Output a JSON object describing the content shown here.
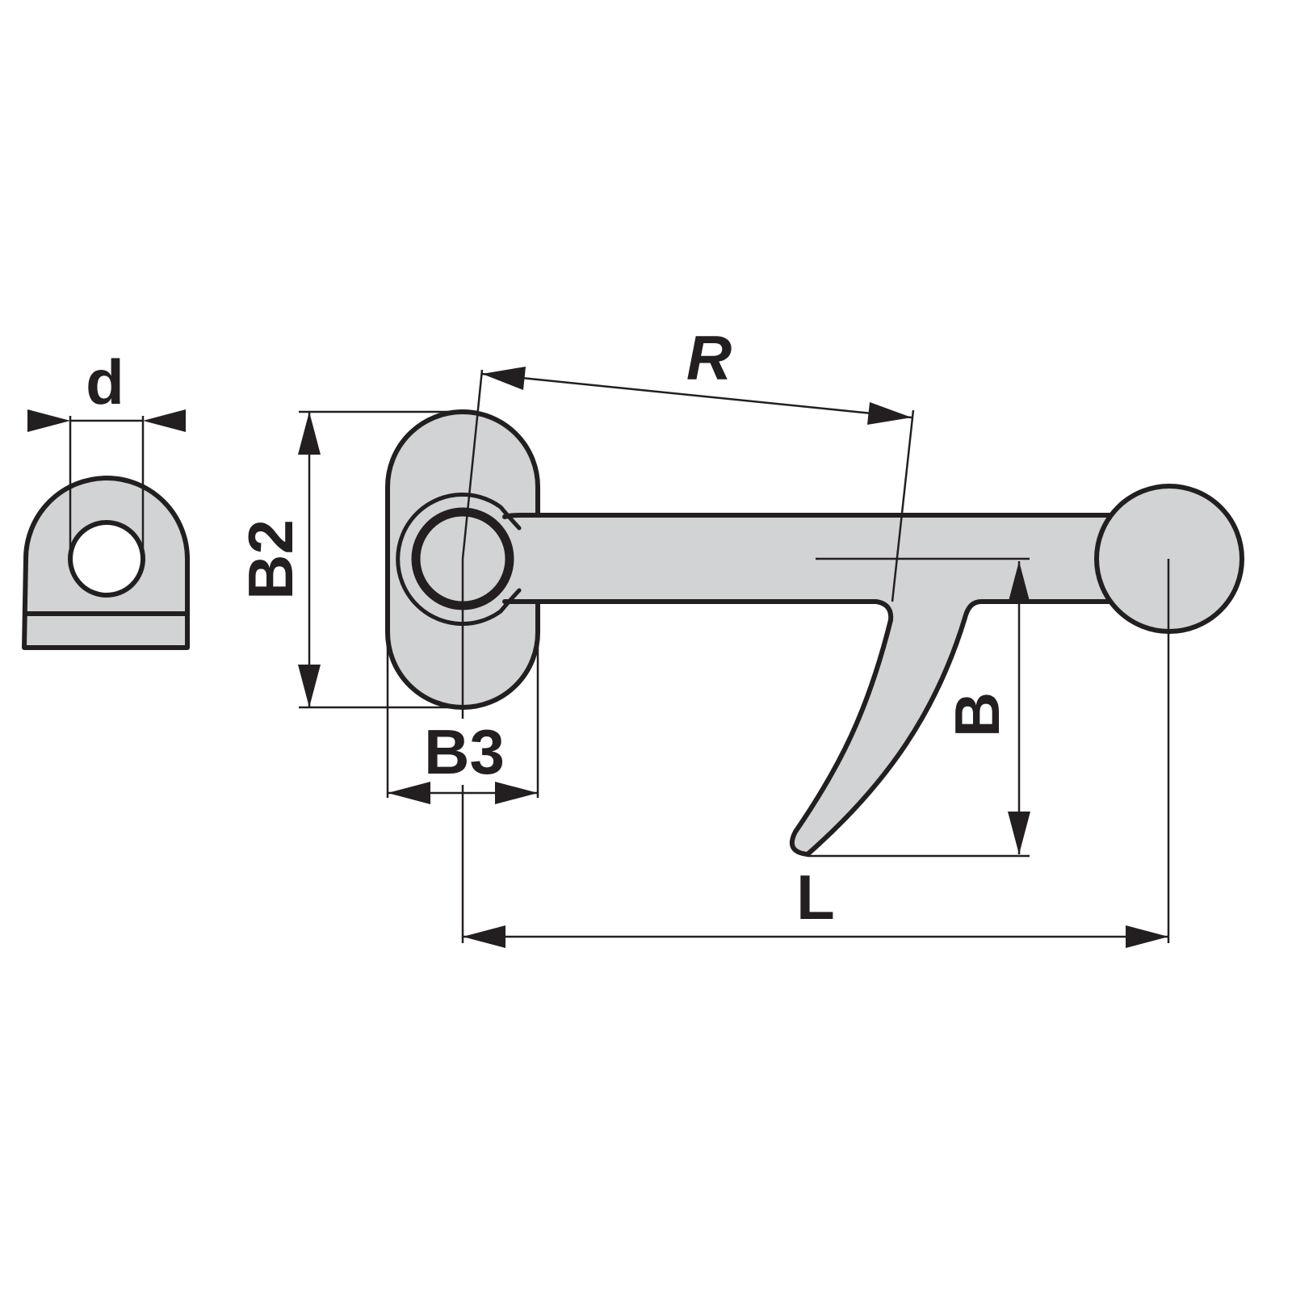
{
  "colors": {
    "part_fill": "#d1d3d4",
    "line": "#231f20",
    "background": "#ffffff"
  },
  "labels": {
    "d": "d",
    "R": "R",
    "B2": "B2",
    "B3": "B3",
    "B": "B",
    "L": "L"
  }
}
